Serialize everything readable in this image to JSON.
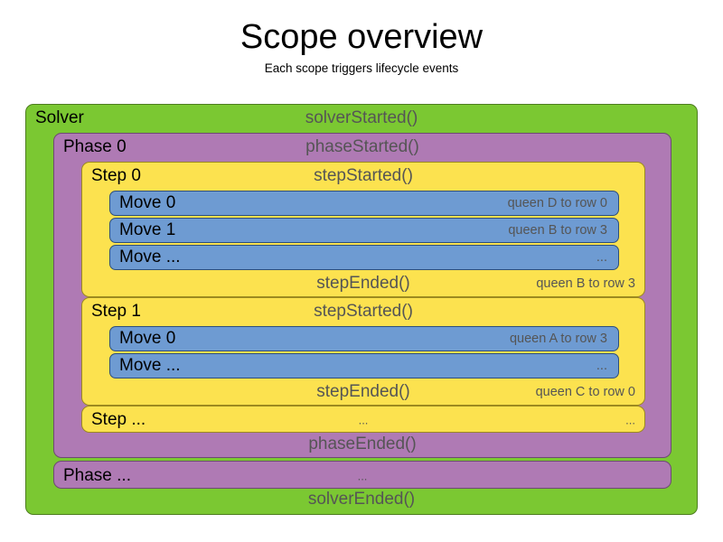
{
  "header": {
    "title": "Scope overview",
    "subtitle": "Each scope triggers lifecycle events"
  },
  "colors": {
    "solver": "#7BC832",
    "phase": "#AF7AB4",
    "step": "#FCE24F",
    "move": "#6E9BD2",
    "event_text": "#555555",
    "name_text": "#000000",
    "background": "#ffffff"
  },
  "diagram": {
    "solver": {
      "name": "Solver",
      "started_event": "solverStarted()",
      "ended_event": "solverEnded()",
      "phases": [
        {
          "name": "Phase 0",
          "started_event": "phaseStarted()",
          "ended_event": "phaseEnded()",
          "steps": [
            {
              "name": "Step 0",
              "started_event": "stepStarted()",
              "ended_event": "stepEnded()",
              "ended_result": "queen B to row 3",
              "moves": [
                {
                  "name": "Move 0",
                  "result": "queen D to row 0"
                },
                {
                  "name": "Move 1",
                  "result": "queen B to row 3"
                },
                {
                  "name": "Move ...",
                  "result": "..."
                }
              ]
            },
            {
              "name": "Step 1",
              "started_event": "stepStarted()",
              "ended_event": "stepEnded()",
              "ended_result": "queen C to row 0",
              "moves": [
                {
                  "name": "Move 0",
                  "result": "queen A to row 3"
                },
                {
                  "name": "Move ...",
                  "result": "..."
                }
              ]
            },
            {
              "name": "Step ...",
              "started_event": "...",
              "started_result": "..."
            }
          ]
        },
        {
          "name": "Phase ...",
          "started_event": "..."
        }
      ]
    }
  }
}
